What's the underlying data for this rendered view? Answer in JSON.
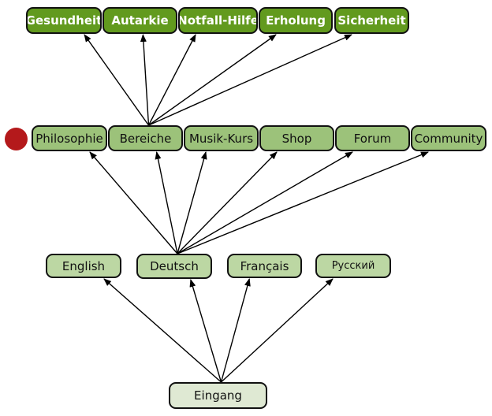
{
  "diagram": {
    "level_top": [
      {
        "id": "gesundheit",
        "label": "Gesundheit"
      },
      {
        "id": "autarkie",
        "label": "Autarkie"
      },
      {
        "id": "notfall-hilfe",
        "label": "Notfall-Hilfe"
      },
      {
        "id": "erholung",
        "label": "Erholung"
      },
      {
        "id": "sicherheit",
        "label": "Sicherheit"
      }
    ],
    "level_main": [
      {
        "id": "philosophie",
        "label": "Philosophie"
      },
      {
        "id": "bereiche",
        "label": "Bereiche"
      },
      {
        "id": "musik-kurs",
        "label": "Musik-Kurs"
      },
      {
        "id": "shop",
        "label": "Shop"
      },
      {
        "id": "forum",
        "label": "Forum"
      },
      {
        "id": "community",
        "label": "Community"
      }
    ],
    "level_language": [
      {
        "id": "english",
        "label": "English"
      },
      {
        "id": "deutsch",
        "label": "Deutsch"
      },
      {
        "id": "francais",
        "label": "Français"
      },
      {
        "id": "russkiy",
        "label": "Русский"
      }
    ],
    "root": {
      "id": "eingang",
      "label": "Eingang"
    },
    "marker": {
      "shape": "circle",
      "color": "#b4191b",
      "attached_to": "philosophie"
    },
    "edges": [
      {
        "from": "eingang",
        "to": "english"
      },
      {
        "from": "eingang",
        "to": "deutsch"
      },
      {
        "from": "eingang",
        "to": "francais"
      },
      {
        "from": "eingang",
        "to": "russkiy"
      },
      {
        "from": "deutsch",
        "to": "philosophie"
      },
      {
        "from": "deutsch",
        "to": "bereiche"
      },
      {
        "from": "deutsch",
        "to": "musik-kurs"
      },
      {
        "from": "deutsch",
        "to": "shop"
      },
      {
        "from": "deutsch",
        "to": "forum"
      },
      {
        "from": "deutsch",
        "to": "community"
      },
      {
        "from": "bereiche",
        "to": "gesundheit"
      },
      {
        "from": "bereiche",
        "to": "autarkie"
      },
      {
        "from": "bereiche",
        "to": "notfall-hilfe"
      },
      {
        "from": "bereiche",
        "to": "erholung"
      },
      {
        "from": "bereiche",
        "to": "sicherheit"
      }
    ],
    "colors": {
      "top_fill": "#629a1e",
      "main_fill": "#9cc27a",
      "language_fill": "#bcd7a3",
      "root_fill": "#dfe9d3",
      "border": "#111111",
      "edge": "#000000"
    }
  }
}
